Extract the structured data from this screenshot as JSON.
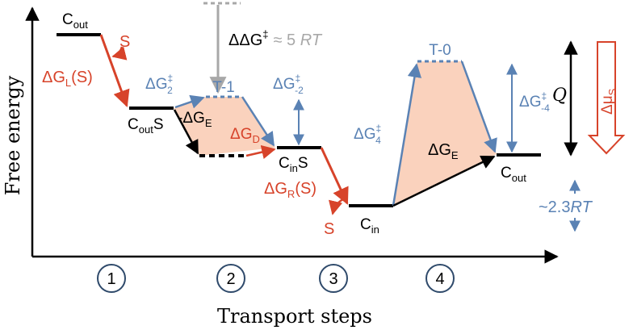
{
  "axes": {
    "y_label": "Free energy",
    "x_label": "Transport steps"
  },
  "states": {
    "c_out_start": {
      "main": "C",
      "sub": "out"
    },
    "c_out_s": {
      "main": "C",
      "sub1": "out",
      "tail": "S"
    },
    "c_in_s": {
      "main": "C",
      "sub1": "in",
      "tail": "S"
    },
    "c_in": {
      "main": "C",
      "sub": "in"
    },
    "c_out_end": {
      "main": "C",
      "sub": "out"
    },
    "t1": "T-1",
    "t0": "T-0"
  },
  "energies": {
    "dg_l": {
      "pre": "ΔG",
      "sub": "L",
      "post": "(S)"
    },
    "dg_r": {
      "pre": "ΔG",
      "sub": "R",
      "post": "(S)"
    },
    "dg_d": {
      "pre": "ΔG",
      "sub": "D"
    },
    "dg_e_neg": {
      "pre": "-ΔG",
      "sub": "E"
    },
    "dg_e": {
      "pre": "ΔG",
      "sub": "E"
    },
    "dg2": {
      "pre": "ΔG",
      "sup": "‡",
      "sub": "2"
    },
    "dg_m2": {
      "pre": "ΔG",
      "sup": "‡",
      "sub": "-2"
    },
    "dg4": {
      "pre": "ΔG",
      "sup": "‡",
      "sub": "4"
    },
    "dg_m4": {
      "pre": "ΔG",
      "sup": "‡",
      "sub": "-4"
    },
    "ddg": {
      "pre": "ΔΔG",
      "sup": "‡",
      "post": "≈ 5 ",
      "unit": "RT"
    },
    "rt_scale": {
      "pre": "~2.3",
      "unit": "RT"
    },
    "q": "Q",
    "dmu": {
      "pre": "Δμ",
      "sub": "S"
    }
  },
  "substrate": {
    "s_top": "S",
    "s_bottom": "S"
  },
  "steps": [
    "1",
    "2",
    "3",
    "4"
  ],
  "colors": {
    "black": "#000000",
    "red": "#d7432a",
    "blue": "#5a82b4",
    "gray": "#a8a8a8",
    "fill": "#fad2bd",
    "circle": "#2f4a6b"
  }
}
